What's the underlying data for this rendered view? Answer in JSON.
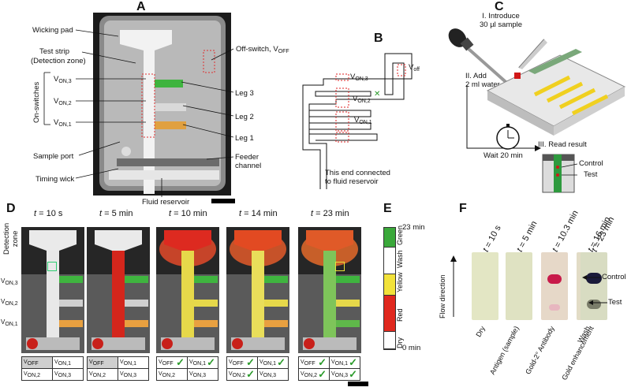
{
  "panels": {
    "a": "A",
    "b": "B",
    "c": "C",
    "d": "D",
    "e": "E",
    "f": "F"
  },
  "panelA": {
    "wicking_pad": "Wicking pad",
    "test_strip_1": "Test strip",
    "test_strip_2": "(Detection zone)",
    "on_switches": "On-switches",
    "von3": "V",
    "von3_sub": "ON,3",
    "von2": "V",
    "von2_sub": "ON,2",
    "von1": "V",
    "von1_sub": "ON,1",
    "sample_port": "Sample port",
    "timing_wick": "Timing wick",
    "off_switch": "Off-switch, V",
    "off_switch_sub": "OFF",
    "leg3": "Leg 3",
    "leg2": "Leg 2",
    "leg1": "Leg 1",
    "feeder_1": "Feeder",
    "feeder_2": "channel",
    "fluid_reservoir": "Fluid reservoir"
  },
  "panelB": {
    "voff": "V",
    "voff_sub": "off",
    "von3": "V",
    "von3_sub": "ON,3",
    "von2": "V",
    "von2_sub": "ON,2",
    "von1": "V",
    "von1_sub": "ON,1",
    "note_1": "This end connected",
    "note_2": "to fluid reservoir"
  },
  "panelC": {
    "step1_1": "I. Introduce",
    "step1_2": "30 µl sample",
    "step2_1": "II. Add",
    "step2_2": "2 ml water",
    "wait": "Wait 20 min",
    "step3": "III. Read result",
    "control": "Control",
    "test": "Test"
  },
  "panelD": {
    "detection_1": "Detection",
    "detection_2": "zone",
    "von3": "V",
    "von3_sub": "ON,3",
    "von2": "V",
    "von2_sub": "ON,2",
    "von1": "V",
    "von1_sub": "ON,1",
    "frames": [
      {
        "t": "t",
        "eq": " = 10 s",
        "off_on": false,
        "on1": false,
        "on2": false,
        "on3": false
      },
      {
        "t": "t",
        "eq": " = 5 min",
        "off_on": false,
        "on1": false,
        "on2": false,
        "on3": false
      },
      {
        "t": "t",
        "eq": " = 10 min",
        "off_on": true,
        "on1": true,
        "on2": false,
        "on3": false
      },
      {
        "t": "t",
        "eq": " = 14 min",
        "off_on": true,
        "on1": true,
        "on2": true,
        "on3": false
      },
      {
        "t": "t",
        "eq": " = 23 min",
        "off_on": true,
        "on1": true,
        "on2": true,
        "on3": true
      }
    ],
    "table": {
      "voff": "V",
      "voff_sub": "OFF",
      "von1": "V",
      "von1_sub": "ON,1",
      "von2": "V",
      "von2_sub": "ON,2",
      "von3": "V",
      "von3_sub": "ON,3",
      "check": "✓"
    }
  },
  "panelE": {
    "top": "23 min",
    "bottom": "0 min",
    "segments": [
      {
        "label": "Green",
        "color": "#3aa83a"
      },
      {
        "label": "Wash",
        "color": "#ffffff"
      },
      {
        "label": "Yellow",
        "color": "#f2e23a"
      },
      {
        "label": "Red",
        "color": "#e0281e"
      },
      {
        "label": "Dry",
        "color": "#ffffff"
      }
    ]
  },
  "panelF": {
    "flow": "Flow direction",
    "control": "Control",
    "test": "Test",
    "strips": [
      {
        "t": "t",
        "eq": " = 10 s",
        "label": "Dry"
      },
      {
        "t": "t",
        "eq": " = 5 min",
        "label": "Antigen (sample)"
      },
      {
        "t": "t",
        "eq": " = 10.3 min",
        "label": "Gold-2° Antibody"
      },
      {
        "t": "t",
        "eq": " = 16 min",
        "label": "Wash"
      },
      {
        "t": "t",
        "eq": " = 23 min",
        "label": "Gold enhancement"
      }
    ]
  }
}
